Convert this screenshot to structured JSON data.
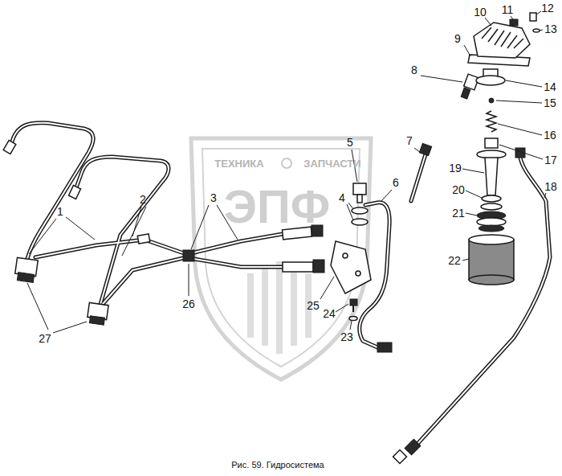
{
  "diagram": {
    "caption": "Рис. 59. Гидросистема",
    "labels": [
      "ТЕХНИКА",
      "ЗАПЧАСТИ",
      "ЭПФ",
      "1",
      "2",
      "3",
      "26",
      "27",
      "4",
      "5",
      "6",
      "7",
      "8",
      "9",
      "10",
      "11",
      "12",
      "13",
      "14",
      "15",
      "16",
      "17",
      "18",
      "19",
      "20",
      "21",
      "22",
      "23",
      "24",
      "25"
    ]
  }
}
